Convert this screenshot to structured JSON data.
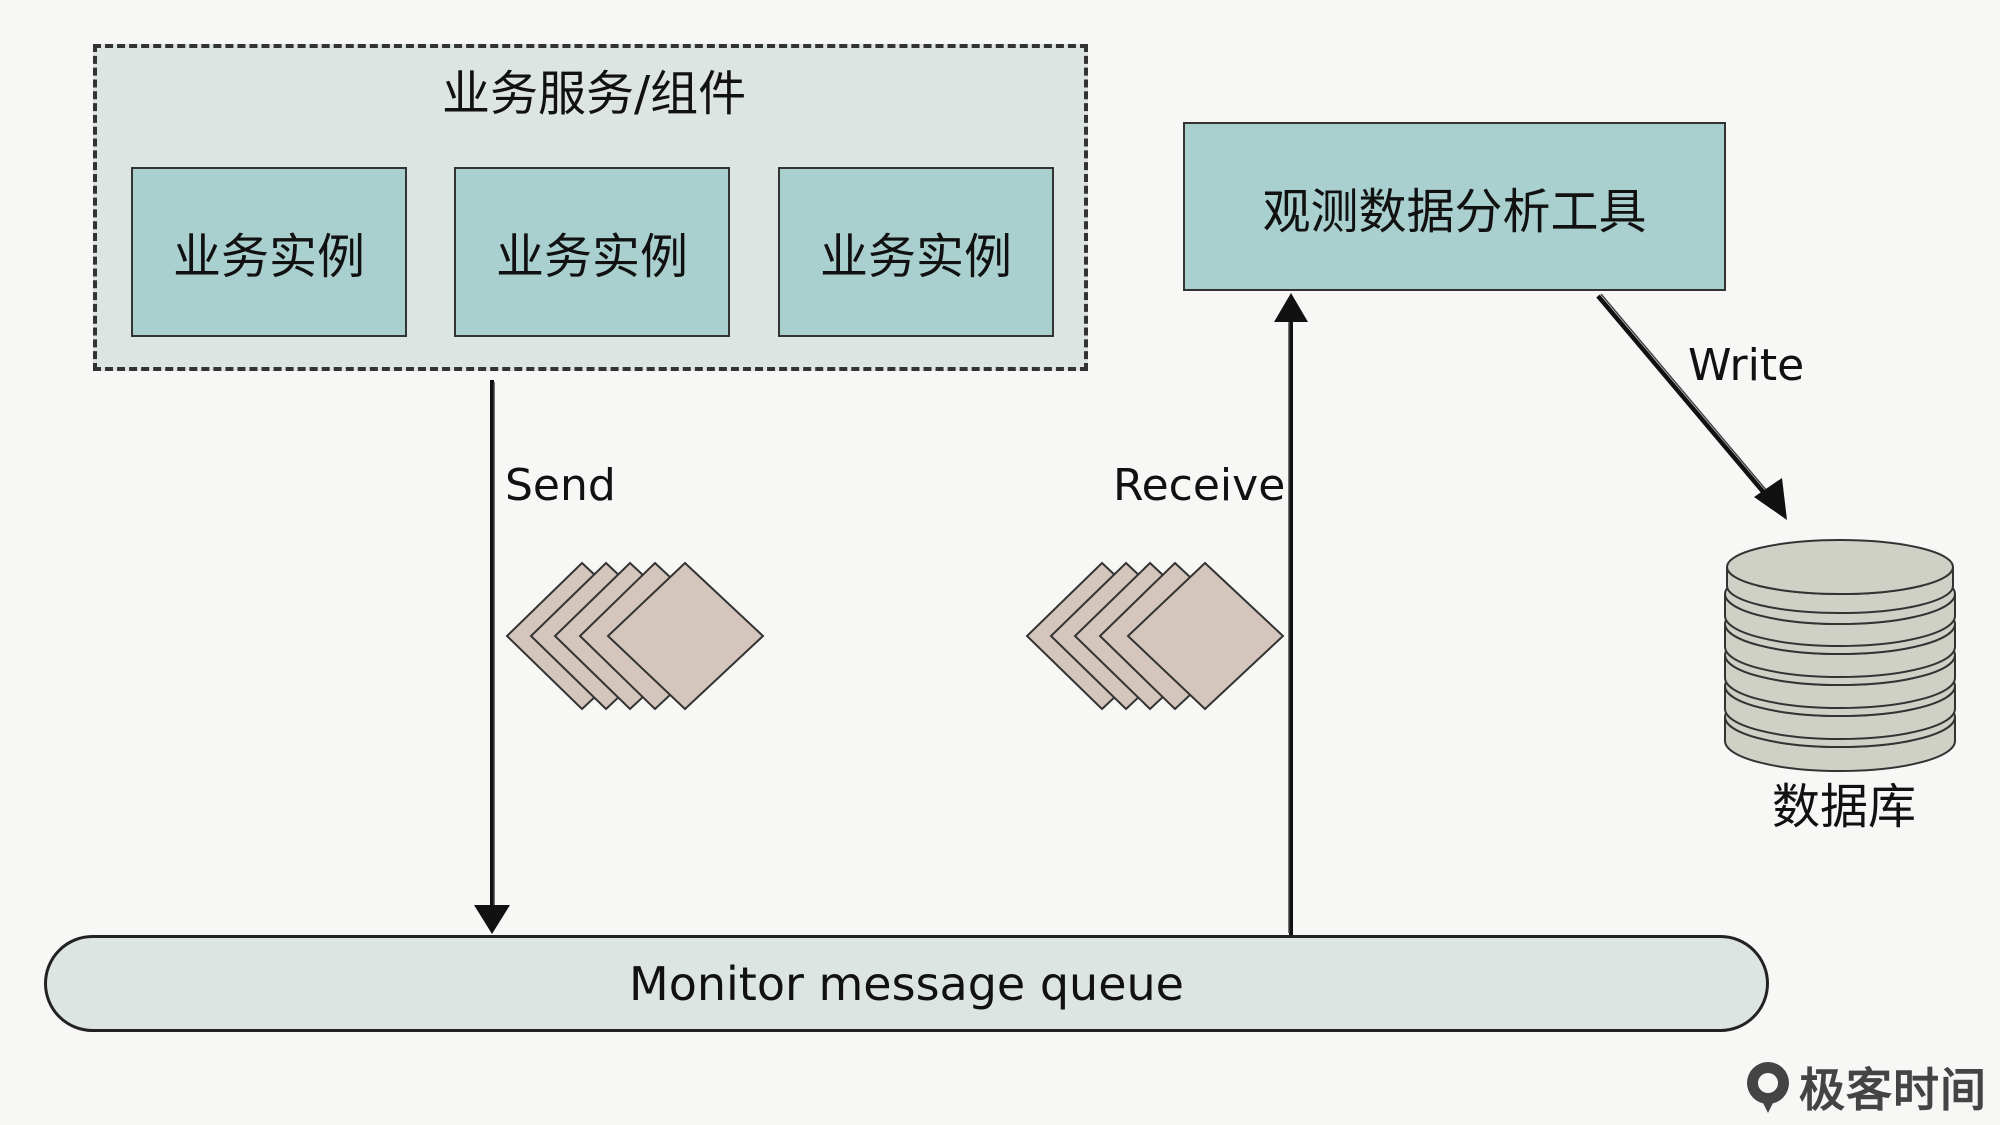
{
  "service_group": {
    "title": "业务服务/组件",
    "instances": [
      "业务实例",
      "业务实例",
      "业务实例"
    ]
  },
  "analysis_tool": {
    "label": "观测数据分析工具"
  },
  "queue": {
    "label": "Monitor message queue"
  },
  "database": {
    "label": "数据库"
  },
  "edges": {
    "send": "Send",
    "receive": "Receive",
    "write": "Write"
  },
  "logo": {
    "text": "极客时间"
  },
  "colors": {
    "background": "#f7f8f6",
    "group_fill": "#dde5e2",
    "box_fill": "#a9cfcf",
    "message_fill": "#d4c6bc",
    "db_fill": "#cfd0c6"
  }
}
